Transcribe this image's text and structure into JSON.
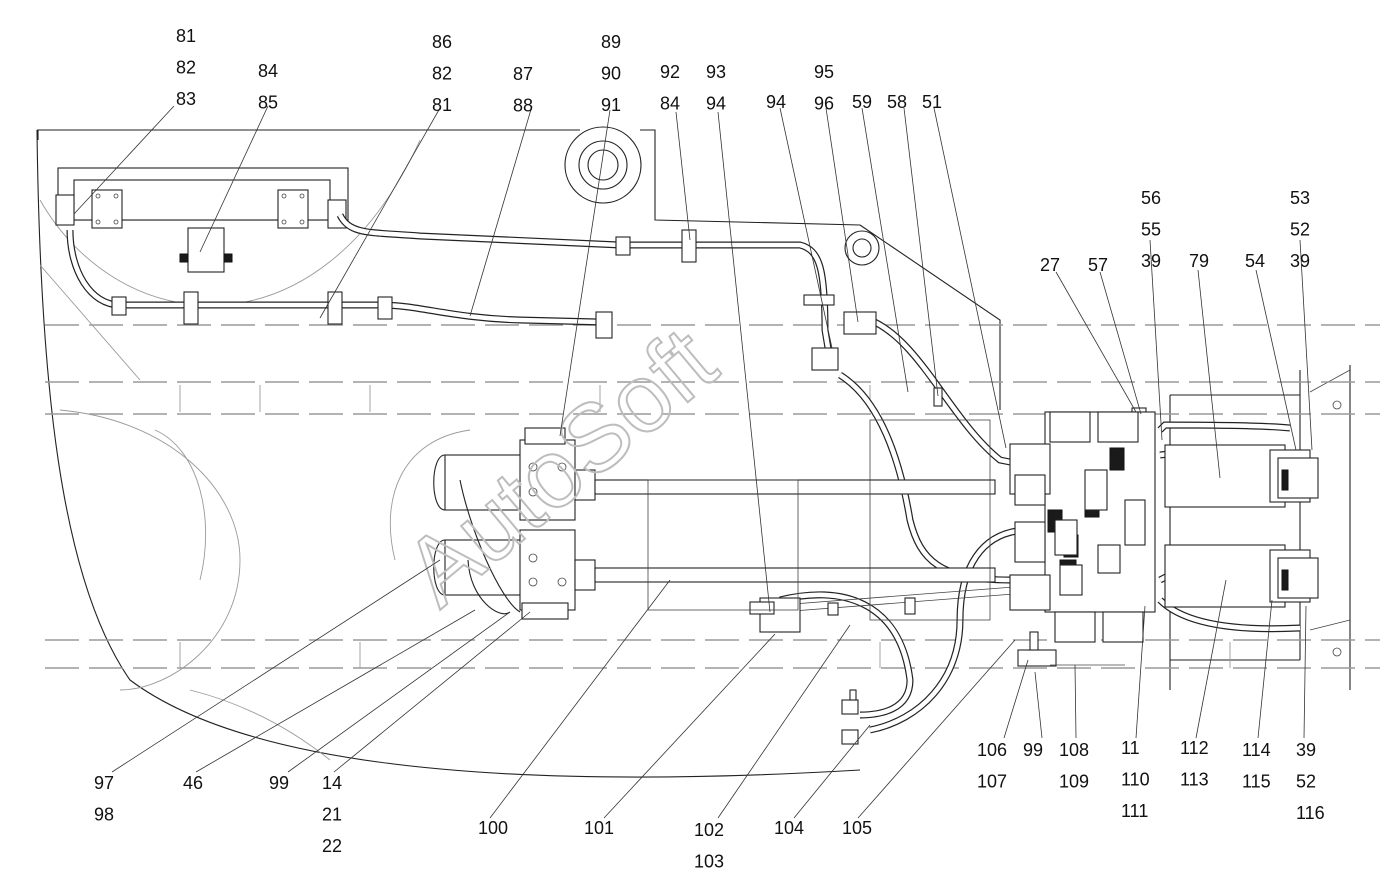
{
  "diagram": {
    "watermark": "AutoSoft",
    "callouts": [
      {
        "id": "c-81-82-83",
        "lines": [
          "81",
          "82",
          "83"
        ]
      },
      {
        "id": "c-84-85",
        "lines": [
          "84",
          "85"
        ]
      },
      {
        "id": "c-86-82-81",
        "lines": [
          "86",
          "82",
          "81"
        ]
      },
      {
        "id": "c-87-88",
        "lines": [
          "87",
          "88"
        ]
      },
      {
        "id": "c-89-90-91",
        "lines": [
          "89",
          "90",
          "91"
        ]
      },
      {
        "id": "c-92-84",
        "lines": [
          "92",
          "84"
        ]
      },
      {
        "id": "c-93-94",
        "lines": [
          "93",
          "94"
        ]
      },
      {
        "id": "c-94",
        "lines": [
          "94"
        ]
      },
      {
        "id": "c-95-96",
        "lines": [
          "95",
          "96"
        ]
      },
      {
        "id": "c-59",
        "lines": [
          "59"
        ]
      },
      {
        "id": "c-58",
        "lines": [
          "58"
        ]
      },
      {
        "id": "c-51",
        "lines": [
          "51"
        ]
      },
      {
        "id": "c-56-55-39",
        "lines": [
          "56",
          "55",
          "39"
        ]
      },
      {
        "id": "c-53-52-39",
        "lines": [
          "53",
          "52",
          "39"
        ]
      },
      {
        "id": "c-27",
        "lines": [
          "27"
        ]
      },
      {
        "id": "c-57",
        "lines": [
          "57"
        ]
      },
      {
        "id": "c-79",
        "lines": [
          "79"
        ]
      },
      {
        "id": "c-54",
        "lines": [
          "54"
        ]
      },
      {
        "id": "c-97-98",
        "lines": [
          "97",
          "98"
        ]
      },
      {
        "id": "c-46",
        "lines": [
          "46"
        ]
      },
      {
        "id": "c-99-left",
        "lines": [
          "99"
        ]
      },
      {
        "id": "c-14-21-22",
        "lines": [
          "14",
          "21",
          "22"
        ]
      },
      {
        "id": "c-100",
        "lines": [
          "100"
        ]
      },
      {
        "id": "c-101",
        "lines": [
          "101"
        ]
      },
      {
        "id": "c-102-103",
        "lines": [
          "102",
          "103"
        ]
      },
      {
        "id": "c-104",
        "lines": [
          "104"
        ]
      },
      {
        "id": "c-105",
        "lines": [
          "105"
        ]
      },
      {
        "id": "c-106-107",
        "lines": [
          "106",
          "107"
        ]
      },
      {
        "id": "c-99-right",
        "lines": [
          "99"
        ]
      },
      {
        "id": "c-108-109",
        "lines": [
          "108",
          "109"
        ]
      },
      {
        "id": "c-11-110-111",
        "lines": [
          "11",
          "110",
          "111"
        ]
      },
      {
        "id": "c-112-113",
        "lines": [
          "112",
          "113"
        ]
      },
      {
        "id": "c-114-115",
        "lines": [
          "114",
          "115"
        ]
      },
      {
        "id": "c-39-52-116",
        "lines": [
          "39",
          "52",
          "116"
        ]
      }
    ]
  }
}
